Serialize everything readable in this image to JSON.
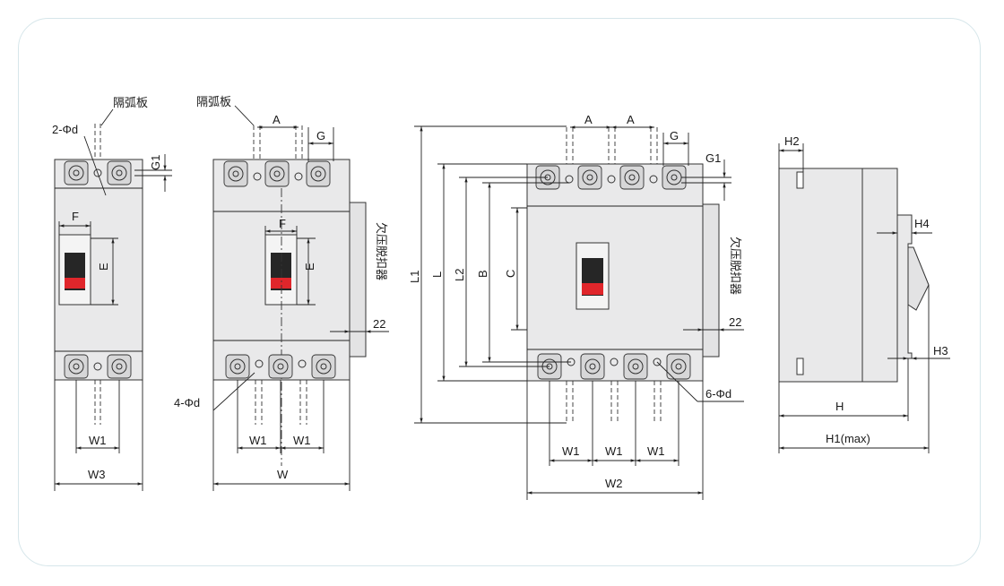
{
  "labels": {
    "arc_barrier": "隔弧板",
    "undervoltage_release": "欠压脱扣器",
    "hole_2": "2-Φd",
    "hole_4": "4-Φd",
    "hole_6": "6-Φd",
    "A": "A",
    "G": "G",
    "G1": "G1",
    "F": "F",
    "E": "E",
    "W1": "W1",
    "W": "W",
    "W2": "W2",
    "W3": "W3",
    "L": "L",
    "L1": "L1",
    "L2": "L2",
    "B": "B",
    "C": "C",
    "H": "H",
    "H1max": "H1(max)",
    "H2": "H2",
    "H3": "H3",
    "H4": "H4",
    "dim22": "22"
  },
  "colors": {
    "handle_dark": "#262626",
    "handle_red": "#e0262b",
    "body_fill": "#e9e9ea",
    "frame_border": "#d6e6ea"
  }
}
